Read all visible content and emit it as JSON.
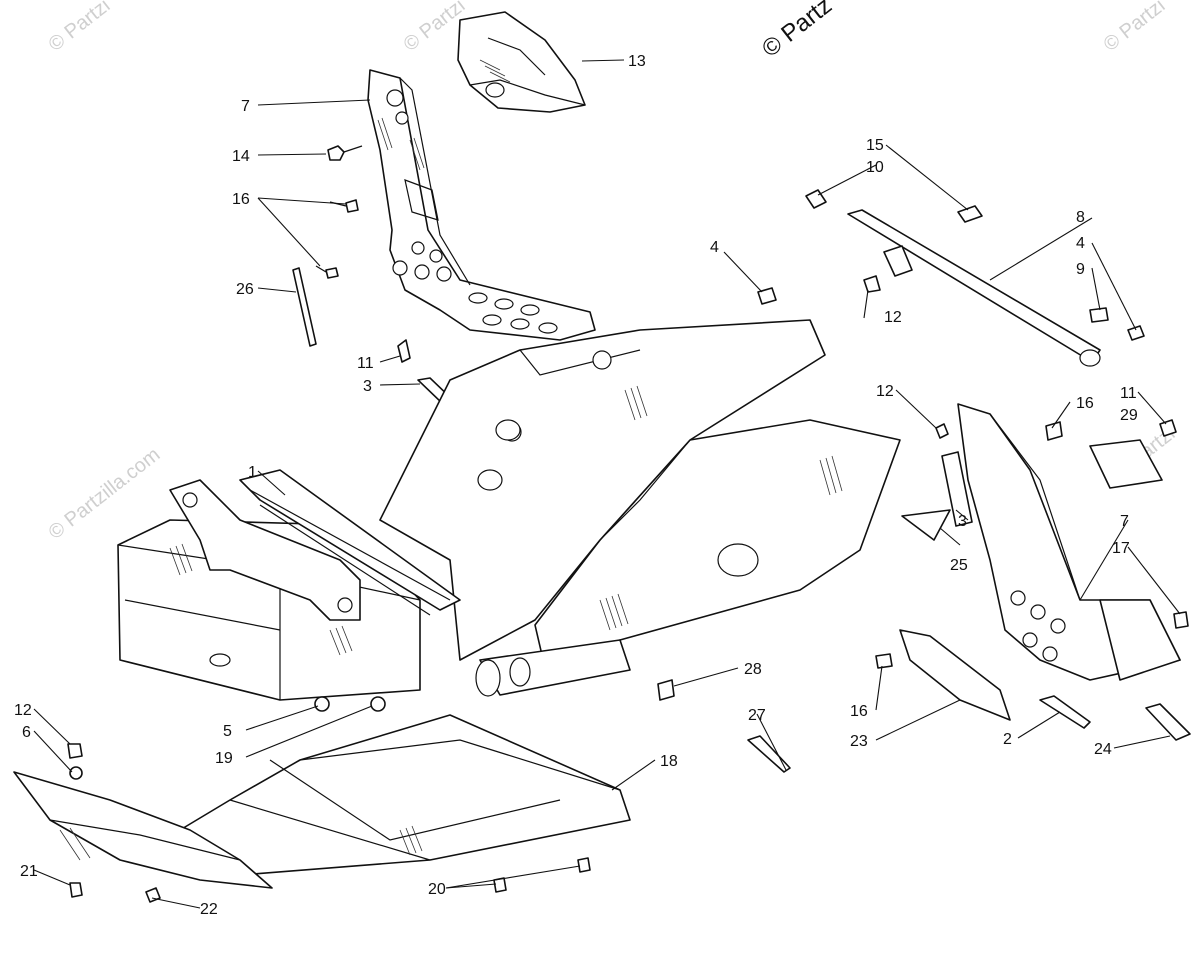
{
  "watermark": {
    "main": "© Partz",
    "repeat": "© Partzilla.com",
    "fragment": "© Partzi"
  },
  "callouts": {
    "c1": "1",
    "c2": "2",
    "c3a": "3",
    "c3b": "3",
    "c4a": "4",
    "c4b": "4",
    "c5": "5",
    "c6": "6",
    "c7a": "7",
    "c7b": "7",
    "c8": "8",
    "c9": "9",
    "c10": "10",
    "c11a": "11",
    "c11b": "11",
    "c12a": "12",
    "c12b": "12",
    "c12c": "12",
    "c13": "13",
    "c14": "14",
    "c15": "15",
    "c16a": "16",
    "c16b": "16",
    "c16c": "16",
    "c17": "17",
    "c18": "18",
    "c19": "19",
    "c20": "20",
    "c21": "21",
    "c22": "22",
    "c23": "23",
    "c24": "24",
    "c25": "25",
    "c26": "26",
    "c27": "27",
    "c28": "28",
    "c29": "29"
  }
}
